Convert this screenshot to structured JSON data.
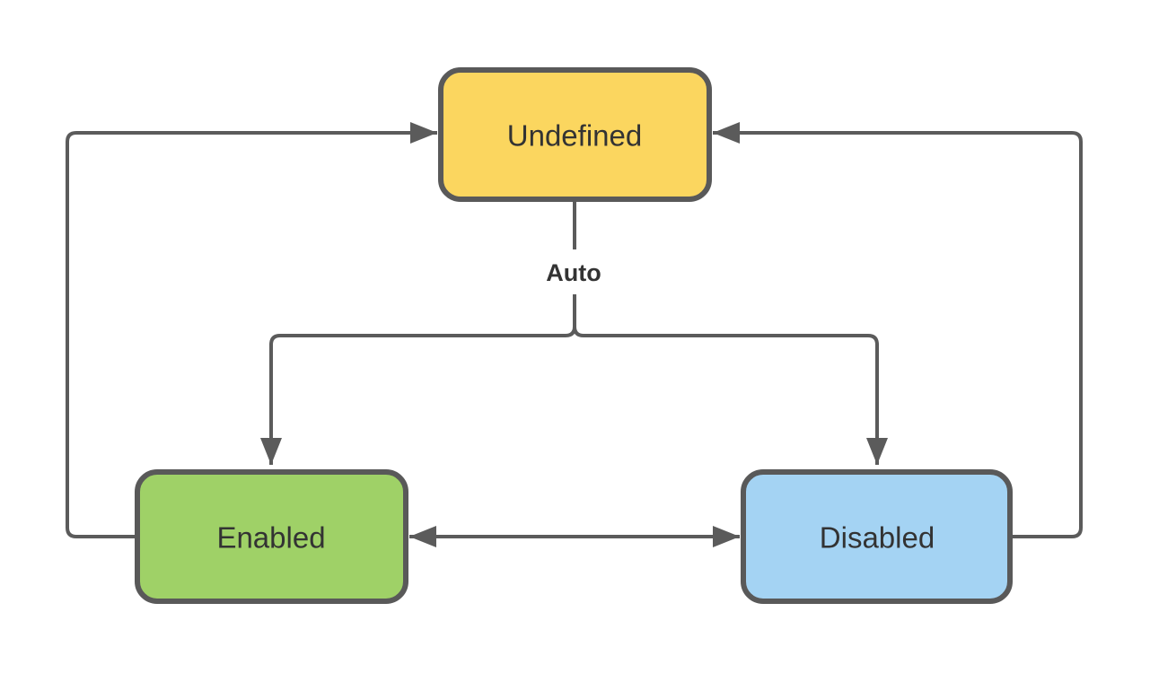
{
  "diagram": {
    "type": "state-machine-flowchart",
    "background": "#ffffff",
    "line_color": "#5b5b5b",
    "text_color": "#333333",
    "nodes": [
      {
        "id": "undefined",
        "label": "Undefined",
        "fill": "#FBD65F",
        "stroke": "#595959"
      },
      {
        "id": "enabled",
        "label": "Enabled",
        "fill": "#9FD167",
        "stroke": "#595959"
      },
      {
        "id": "disabled",
        "label": "Disabled",
        "fill": "#A4D3F3",
        "stroke": "#595959"
      }
    ],
    "edges": [
      {
        "from": "Undefined",
        "to": "Enabled",
        "label": "Auto"
      },
      {
        "from": "Undefined",
        "to": "Disabled",
        "label": "Auto"
      },
      {
        "from": "Enabled",
        "to": "Disabled",
        "label": ""
      },
      {
        "from": "Disabled",
        "to": "Enabled",
        "label": ""
      },
      {
        "from": "Enabled",
        "to": "Undefined",
        "label": ""
      },
      {
        "from": "Disabled",
        "to": "Undefined",
        "label": ""
      }
    ]
  }
}
